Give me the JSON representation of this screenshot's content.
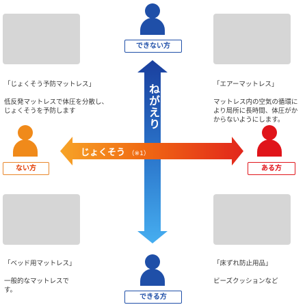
{
  "top": {
    "label": "できない方"
  },
  "bottom": {
    "label": "できる方"
  },
  "left": {
    "label": "ない方"
  },
  "right": {
    "label": "ある方"
  },
  "vertical_axis": {
    "label": "ねがえり"
  },
  "horizontal_axis": {
    "label": "じょくそう",
    "note": "（※1）"
  },
  "quadrants": {
    "top_left": {
      "title": "「じょくそう予防マットレス」",
      "text": "低反発マットレスで体圧を分散し、\nじょくそうを予防します"
    },
    "top_right": {
      "title": "「エアーマットレス」",
      "text": "マットレス内の空気の循環に\nより局所に長時間、体圧がか\nからないようにします。"
    },
    "bottom_left": {
      "title": "「ベッド用マットレス」",
      "text": "一般的なマットレスで\nす。"
    },
    "bottom_right": {
      "title": "「床ずれ防止用品」",
      "text": "ビーズクッションなど"
    }
  },
  "colors": {
    "blue": "#1f4fa8",
    "orange": "#f08a1a",
    "red": "#e0141a",
    "placeholder": "#d6d6d6"
  }
}
